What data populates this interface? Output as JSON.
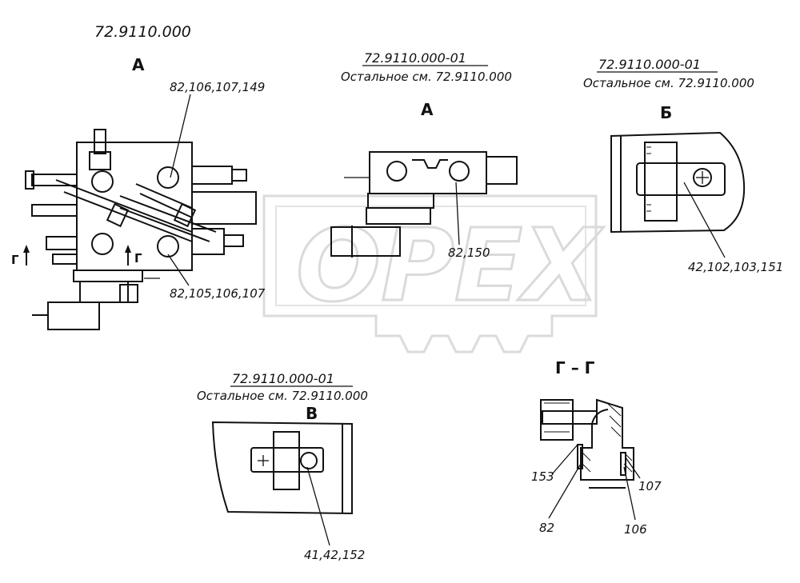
{
  "drawing": {
    "main_code": "72.9110.000",
    "views": {
      "view_a_left": {
        "letter": "А",
        "callout_top": "82,106,107,149",
        "callout_bottom": "82,105,106,107",
        "section_mark_left": "Г",
        "section_mark_right": "Г"
      },
      "view_a_center": {
        "code": "72.9110.000-01",
        "note": "Остальное см. 72.9110.000",
        "letter": "А",
        "callout": "82,150"
      },
      "view_b": {
        "code": "72.9110.000-01",
        "note": "Остальное см. 72.9110.000",
        "letter": "Б",
        "callout": "42,102,103,151"
      },
      "view_v": {
        "code": "72.9110.000-01",
        "note": "Остальное см. 72.9110.000",
        "letter": "В",
        "callout": "41,42,152"
      },
      "section_gg": {
        "title": "Г – Г",
        "callout_153": "153",
        "callout_82": "82",
        "callout_106": "106",
        "callout_107": "107"
      }
    }
  },
  "watermark": {
    "text": "OPEX"
  },
  "colors": {
    "ink": "#111111",
    "watermark": "#bfbfbf",
    "background": "#ffffff"
  }
}
